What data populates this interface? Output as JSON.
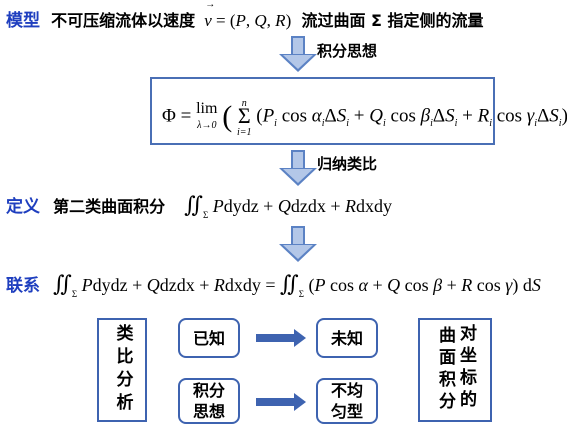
{
  "model": {
    "label": "模型",
    "text_before": "不可压缩流体以速度",
    "velocity": "v = (P, Q, R)",
    "text_after": "流过曲面 Σ 指定侧的流量"
  },
  "arrows": [
    {
      "label": "积分思想"
    },
    {
      "label": "归纳类比"
    },
    {
      "label": ""
    }
  ],
  "flux_formula": {
    "lhs": "Φ =",
    "lim": "lim",
    "lim_sub": "λ→0",
    "sum_top": "n",
    "sum_bottom": "i=1",
    "body": "P_i cos α_i ΔS_i + Q_i cos β_i ΔS_i + R_i cos γ_i ΔS_i"
  },
  "definition": {
    "label": "定义",
    "name": "第二类曲面积分",
    "integrand": "P dydz + Q dzdx + R dxdy",
    "domain": "Σ"
  },
  "relation": {
    "label": "联系",
    "lhs": "P dydz + Q dzdx + R dxdy",
    "eq": "=",
    "rhs": "(P cos α + Q cos β + R cos γ) dS",
    "domain": "Σ"
  },
  "bottom": {
    "left_box": "类比分析",
    "known": "已知",
    "unknown": "未知",
    "method": "积分\n思想",
    "nonuniform": "不均\n匀型",
    "right_box_col1": "曲面积分",
    "right_box_col2": "对坐标的"
  },
  "colors": {
    "accent": "#1f3fbf",
    "box_border": "#3e63b0",
    "arrow_fill": "#b3c7e8"
  }
}
